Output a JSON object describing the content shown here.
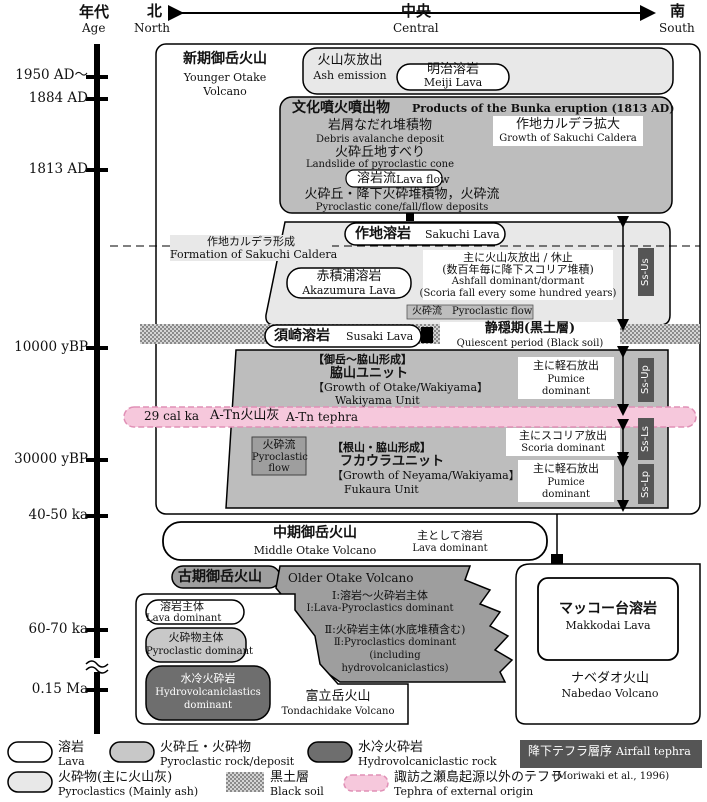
{
  "header": {
    "age_jp": "年代",
    "age_en": "Age",
    "north_jp": "北",
    "north_en": "North",
    "central_jp": "中央",
    "central_en": "Central",
    "south_jp": "南",
    "south_en": "South"
  },
  "ages": [
    "1950 AD～",
    "1884 AD",
    "1813 AD",
    "10000 yBP",
    "30000 yBP",
    "40-50 ka",
    "60-70 ka",
    "0.15 Ma"
  ],
  "younger": {
    "jp": "新期御岳火山",
    "en1": "Younger Otake",
    "en2": "Volcano",
    "ash_jp": "火山灰放出",
    "ash_en": "Ash emission",
    "meiji_jp": "明治溶岩",
    "meiji_en": "Meiji Lava",
    "bunka_jp": "文化噴火噴出物",
    "bunka_en": "Products of the Bunka eruption (1813 AD)",
    "debris_jp": "岩屑なだれ堆積物",
    "debris_en": "Debris avalanche deposit",
    "landslide_jp": "火砕丘地すべり",
    "landslide_en": "Landslide of pyroclastic cone",
    "caldera_exp_jp": "作地カルデラ拡大",
    "caldera_exp_en": "Growth of Sakuchi Caldera",
    "lavaflow_jp": "溶岩流",
    "lavaflow_en": "Lava flow",
    "cone_jp": "火砕丘・降下火砕堆積物，火砕流",
    "cone_en": "Pyroclastic cone/fall/flow deposits",
    "sakuchi_jp": "作地溶岩",
    "sakuchi_en": "Sakuchi Lava",
    "caldera_form_jp": "作地カルデラ形成",
    "caldera_form_en": "Formation of Sakuchi Caldera",
    "akazumi_jp": "赤積浦溶岩",
    "akazumi_en": "Akazumura Lava",
    "ashfall_jp1": "主に火山灰放出 / 休止",
    "ashfall_jp2": "(数百年毎に降下スコリア堆積)",
    "ashfall_en1": "Ashfall dominant/dormant",
    "ashfall_en2": "(Scoria fall every some hundred years)",
    "pflow_small_jp": "火砕流",
    "pflow_small_en": "Pyroclastic flow",
    "susaki_jp": "須崎溶岩",
    "susaki_en": "Susaki Lava",
    "quiescent_jp": "静穏期(黒土層)",
    "quiescent_en": "Quiescent period (Black soil)",
    "waki_jp1": "【御岳～脇山形成】",
    "waki_jp2": "脇山ユニット",
    "waki_en1": "【Growth of Otake/Wakiyama】",
    "waki_en2": "Wakiyama Unit",
    "pumice1_jp": "主に軽石放出",
    "pumice1_en1": "Pumice",
    "pumice1_en2": "dominant",
    "tephra_age": "29 cal ka",
    "tephra_jp": "A-Tn火山灰",
    "tephra_en": "A-Tn tephra",
    "pflow2_jp": "火砕流",
    "pflow2_en1": "Pyroclastic",
    "pflow2_en2": "flow",
    "fuka_jp1": "【根山・脇山形成】",
    "fuka_jp2": "フカウラユニット",
    "fuka_en1": "【Growth of Neyama/Wakiyama】",
    "fuka_en2": "Fukaura Unit",
    "scoria_jp": "主にスコリア放出",
    "scoria_en": "Scoria dominant",
    "pumice2_jp": "主に軽石放出",
    "pumice2_en1": "Pumice",
    "pumice2_en2": "dominant"
  },
  "tephra_units": [
    "Ss-Us",
    "Ss-Up",
    "Ss-Ls",
    "Ss-Lp"
  ],
  "middle": {
    "jp": "中期御岳火山",
    "en": "Middle Otake Volcano",
    "lava_jp": "主として溶岩",
    "lava_en": "Lava dominant"
  },
  "older": {
    "jp": "古期御岳火山",
    "en": "Older Otake Volcano",
    "i_jp": "Ⅰ:溶岩～火砕岩主体",
    "i_en": "Ⅰ:Lava-Pyroclastics dominant",
    "ii_jp": "Ⅱ:火砕岩主体(水底堆積含む)",
    "ii_en1": "Ⅱ:Pyroclastics dominant",
    "ii_en2": "(including",
    "ii_en3": "hydrovolcaniclastics)"
  },
  "tonda": {
    "lava_jp": "溶岩主体",
    "lava_en": "Lava dominant",
    "pyro_jp": "火砕物主体",
    "pyro_en": "Pyroclastic dominant",
    "hydro_jp": "水冷火砕岩",
    "hydro_en1": "Hydrovolcaniclastics",
    "hydro_en2": "dominant",
    "name_jp": "富立岳火山",
    "name_en": "Tondachidake Volcano"
  },
  "nabe": {
    "makko_jp": "マッコー台溶岩",
    "makko_en": "Makkodai Lava",
    "name_jp": "ナベダオ火山",
    "name_en": "Nabedao Volcano"
  },
  "legend": {
    "lava_jp": "溶岩",
    "lava_en": "Lava",
    "pyro_jp": "火砕丘・火砕物",
    "pyro_en": "Pyroclastic rock/deposit",
    "hydro_jp": "水冷火砕岩",
    "hydro_en": "Hydrovolcaniclastic rock",
    "ash_jp": "火砕物(主に火山灰)",
    "ash_en": "Pyroclastics (Mainly ash)",
    "soil_jp": "黒土層",
    "soil_en": "Black soil",
    "ext_jp": "諏訪之瀬島起源以外のテフラ",
    "ext_en": "Tephra of external origin",
    "airfall_jp": "降下テフラ層序",
    "airfall_en": "Airfall tephra",
    "airfall_ref": "(Moriwaki et al., 1996)"
  }
}
